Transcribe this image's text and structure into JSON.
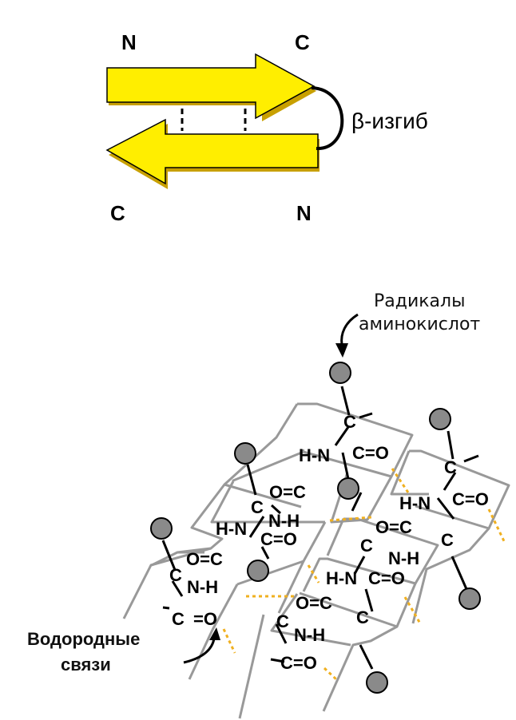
{
  "top": {
    "n_top": "N",
    "c_top": "C",
    "c_bottom": "C",
    "n_bottom": "N",
    "beta_turn": "β-изгиб",
    "arrow_color": "#ffee00",
    "arrow_shade": "#c8a000"
  },
  "bottom": {
    "radicals_line1": "Радикалы",
    "radicals_line2": "аминокислот",
    "hbonds_line1": "Водородные",
    "hbonds_line2": "связи",
    "atoms": {
      "c": "C",
      "o": "O",
      "hn": "H-N",
      "nh": "N-H",
      "oc": "O=C",
      "co": "C=O"
    },
    "grid_color": "#999999",
    "hbond_color": "#f0b020",
    "radical_color": "#8a8a8a"
  }
}
